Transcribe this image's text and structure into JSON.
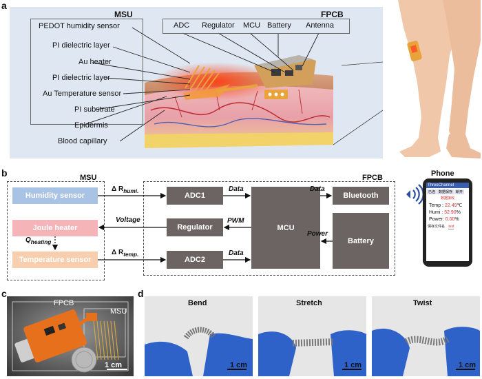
{
  "panels": {
    "a": {
      "letter": "a",
      "msu_title": "MSU",
      "fpcb_title": "FPCB",
      "msu_layers": [
        "PEDOT humidity sensor",
        "PI dielectric layer",
        "Au heater",
        "PI dielectric layer",
        "Au Temperature sensor",
        "PI substrate"
      ],
      "tissue_labels": [
        "Epidermis",
        "Blood capillary"
      ],
      "fpcb_components": [
        "ADC",
        "Regulator",
        "MCU",
        "Battery",
        "Antenna"
      ]
    },
    "b": {
      "letter": "b",
      "msu_title": "MSU",
      "fpcb_title": "FPCB",
      "phone_title": "Phone",
      "blocks": {
        "humidity": "Humidity sensor",
        "heater": "Joule heater",
        "temp": "Temperature sensor",
        "adc1": "ADC1",
        "regulator": "Regulator",
        "adc2": "ADC2",
        "mcu": "MCU",
        "bluetooth": "Bluetooth",
        "battery": "Battery"
      },
      "signals": {
        "d_humi_prefix": "Δ R",
        "d_humi_sub": "humi.",
        "voltage": "Voltage",
        "q_heating_prefix": "Q",
        "q_heating_sub": "heating",
        "d_temp_prefix": "Δ R",
        "d_temp_sub": "temp.",
        "data1": "Data",
        "pwm": "PWM",
        "data2": "Data",
        "data3": "Data",
        "power": "Power"
      },
      "phone_screen": {
        "app_title": "ThreeChannel",
        "tabs": [
          "已连",
          "数据保存",
          "断开"
        ],
        "status": "数据接收",
        "temp_label": "Temp :",
        "temp_value": "22.49",
        "temp_unit": "℃",
        "humi_label": "Humi :",
        "humi_value": "52.90",
        "humi_unit": "%",
        "power_label": "Power:",
        "power_value": "0.00",
        "power_unit": "%",
        "file_label": "保存文件名",
        "file_value": "test"
      }
    },
    "c": {
      "letter": "c",
      "fpcb_label": "FPCB",
      "msu_label": "MSU",
      "scale": "1 cm"
    },
    "d": {
      "letter": "d",
      "photos": [
        {
          "title": "Bend",
          "scale": "1 cm"
        },
        {
          "title": "Stretch",
          "scale": "1 cm"
        },
        {
          "title": "Twist",
          "scale": "1 cm"
        }
      ]
    }
  },
  "colors": {
    "humidity_block": "#a9c3e4",
    "heater_block": "#f5b5b8",
    "temp_block": "#f8cfae",
    "gray_block": "#6c6462",
    "panel_a_bg": "#dfe7f2",
    "glove_blue": "#2f62c9"
  }
}
